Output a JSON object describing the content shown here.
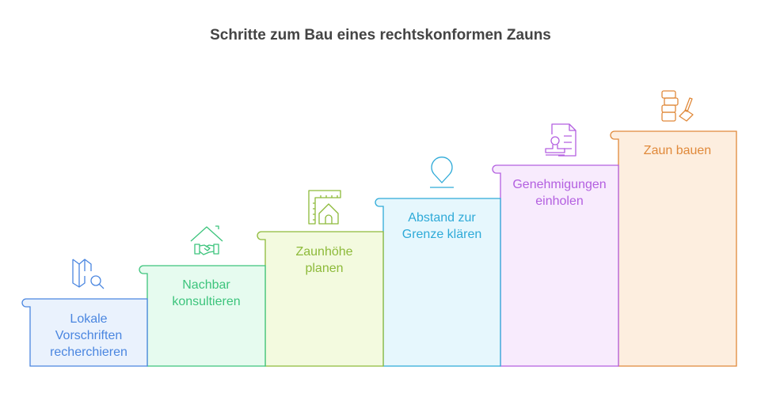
{
  "title": "Schritte zum Bau eines rechtskonformen Zauns",
  "steps": [
    {
      "label": "Lokale Vorschriften recherchieren",
      "lines": [
        "Lokale",
        "Vorschriften",
        "recherchieren"
      ],
      "icon": "map-search-icon",
      "stroke": "#4A86E0",
      "fill": "#EAF2FD",
      "text": "#4A86E0"
    },
    {
      "label": "Nachbar konsultieren",
      "lines": [
        "Nachbar",
        "konsultieren"
      ],
      "icon": "house-handshake-icon",
      "stroke": "#3CC47C",
      "fill": "#E6FBEF",
      "text": "#3CC47C"
    },
    {
      "label": "Zaunhöhe planen",
      "lines": [
        "Zaunhöhe",
        "planen"
      ],
      "icon": "ruler-house-icon",
      "stroke": "#8DBA3A",
      "fill": "#F3FADF",
      "text": "#8DBA3A"
    },
    {
      "label": "Abstand zur Grenze klären",
      "lines": [
        "Abstand zur",
        "Grenze klären"
      ],
      "icon": "location-pin-icon",
      "stroke": "#2EAAD8",
      "fill": "#E6F7FD",
      "text": "#2EAAD8"
    },
    {
      "label": "Genehmigungen einholen",
      "lines": [
        "Genehmigungen",
        "einholen"
      ],
      "icon": "stamp-document-icon",
      "stroke": "#B35FE0",
      "fill": "#F8EBFD",
      "text": "#B35FE0"
    },
    {
      "label": "Zaun bauen",
      "lines": [
        "Zaun bauen"
      ],
      "icon": "bricks-trowel-icon",
      "stroke": "#E0893A",
      "fill": "#FDEEDF",
      "text": "#E0893A"
    }
  ]
}
